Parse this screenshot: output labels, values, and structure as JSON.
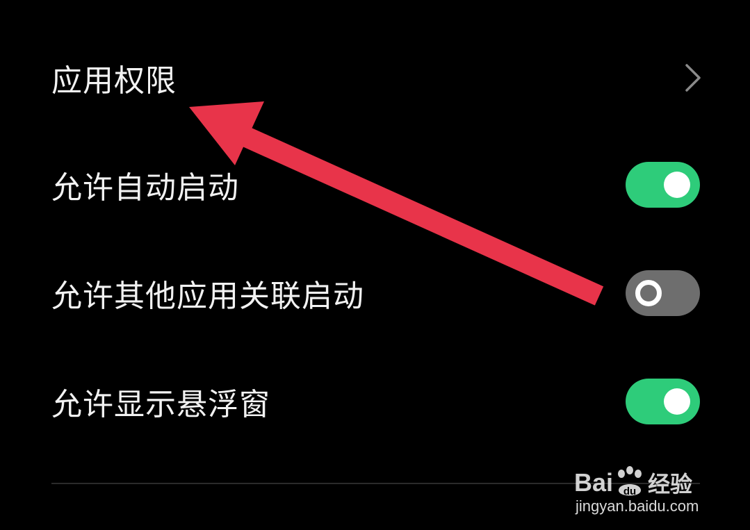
{
  "settings": {
    "items": [
      {
        "label": "应用权限",
        "type": "link",
        "icon": "chevron-right-icon"
      },
      {
        "label": "允许自动启动",
        "type": "toggle",
        "state": "on"
      },
      {
        "label": "允许其他应用关联启动",
        "type": "toggle",
        "state": "off"
      },
      {
        "label": "允许显示悬浮窗",
        "type": "toggle",
        "state": "on"
      }
    ]
  },
  "colors": {
    "background": "#000000",
    "toggle_on": "#2ecc7a",
    "toggle_off": "#6e6e6e",
    "annotation_arrow": "#e8344a",
    "chevron": "#8a8a8a"
  },
  "annotation": {
    "icon": "red-arrow-icon",
    "points_to": "应用权限"
  },
  "watermark": {
    "logo_text_left": "Bai",
    "logo_text_paw": "du",
    "logo_text_right": "经验",
    "url": "jingyan.baidu.com"
  }
}
